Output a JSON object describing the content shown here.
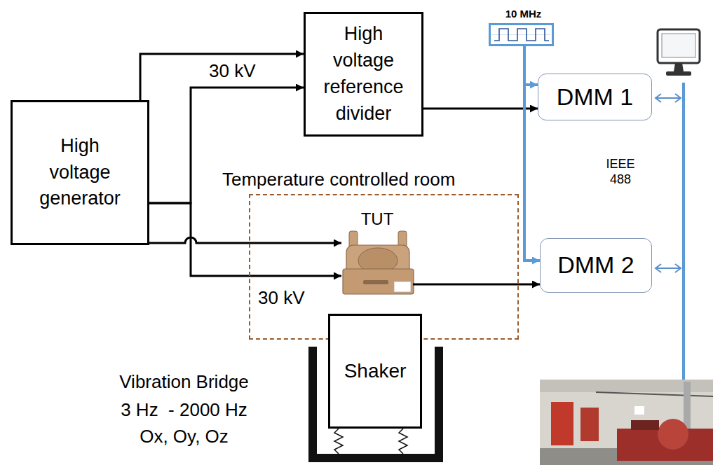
{
  "diagram": {
    "nodes": [
      {
        "text": [
          "High voltage reference divider"
        ]
      },
      {
        "text": [
          "10 MHz"
        ]
      },
      {
        "text": [
          "DMM 1"
        ]
      },
      {
        "text": [
          "High voltage generator"
        ]
      },
      {
        "text": [
          "Temperature controlled room"
        ]
      },
      {
        "text": [
          "TUT"
        ],
        "in": 4
      },
      {
        "text": [
          "DMM 2"
        ]
      },
      {
        "text": [
          "Shaker"
        ]
      }
    ],
    "edges": [
      {
        "from": 3,
        "to": 0,
        "arrow": "to"
      },
      {
        "from": 3,
        "to": 0,
        "arrow": "to"
      },
      {
        "from": 3,
        "to": 5,
        "arrow": "to"
      },
      {
        "from": 3,
        "to": 5,
        "arrow": "to"
      },
      {
        "from": 0,
        "to": 2,
        "arrow": "to"
      },
      {
        "from": 5,
        "to": 6,
        "arrow": "to"
      },
      {
        "from": 1,
        "to": 2,
        "arrow": "to"
      },
      {
        "from": 1,
        "to": 6,
        "arrow": "to"
      }
    ],
    "labels": [
      "30 kV",
      "30 kV",
      "IEEE 488",
      "Vibration Bridge",
      "3 Hz  - 2000 Hz",
      "Ox, Oy, Oz"
    ]
  }
}
